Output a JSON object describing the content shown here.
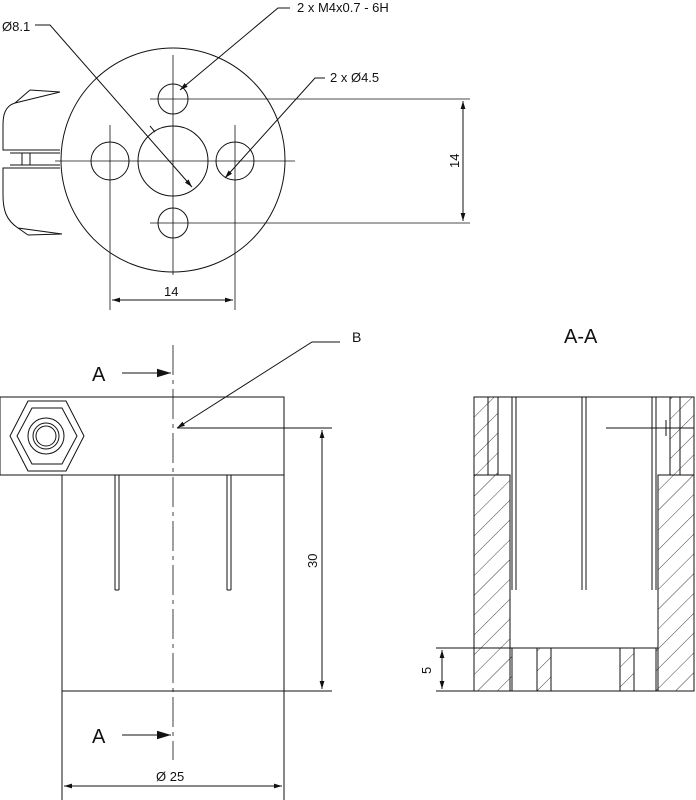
{
  "colors": {
    "line": "#111111",
    "background": "#ffffff"
  },
  "top_view": {
    "dim_bore": "Ø8.1",
    "dim_thread": "2 x M4x0.7 - 6H",
    "dim_holes": "2 x Ø4.5",
    "dim_vertical": "14",
    "dim_horizontal": "14"
  },
  "front_view": {
    "detail_label": "B",
    "section_marker_top": "A",
    "section_marker_bottom": "A",
    "dim_height": "30",
    "dim_diameter": "Ø 25"
  },
  "section_view": {
    "title": "A-A",
    "dim_base": "5"
  }
}
